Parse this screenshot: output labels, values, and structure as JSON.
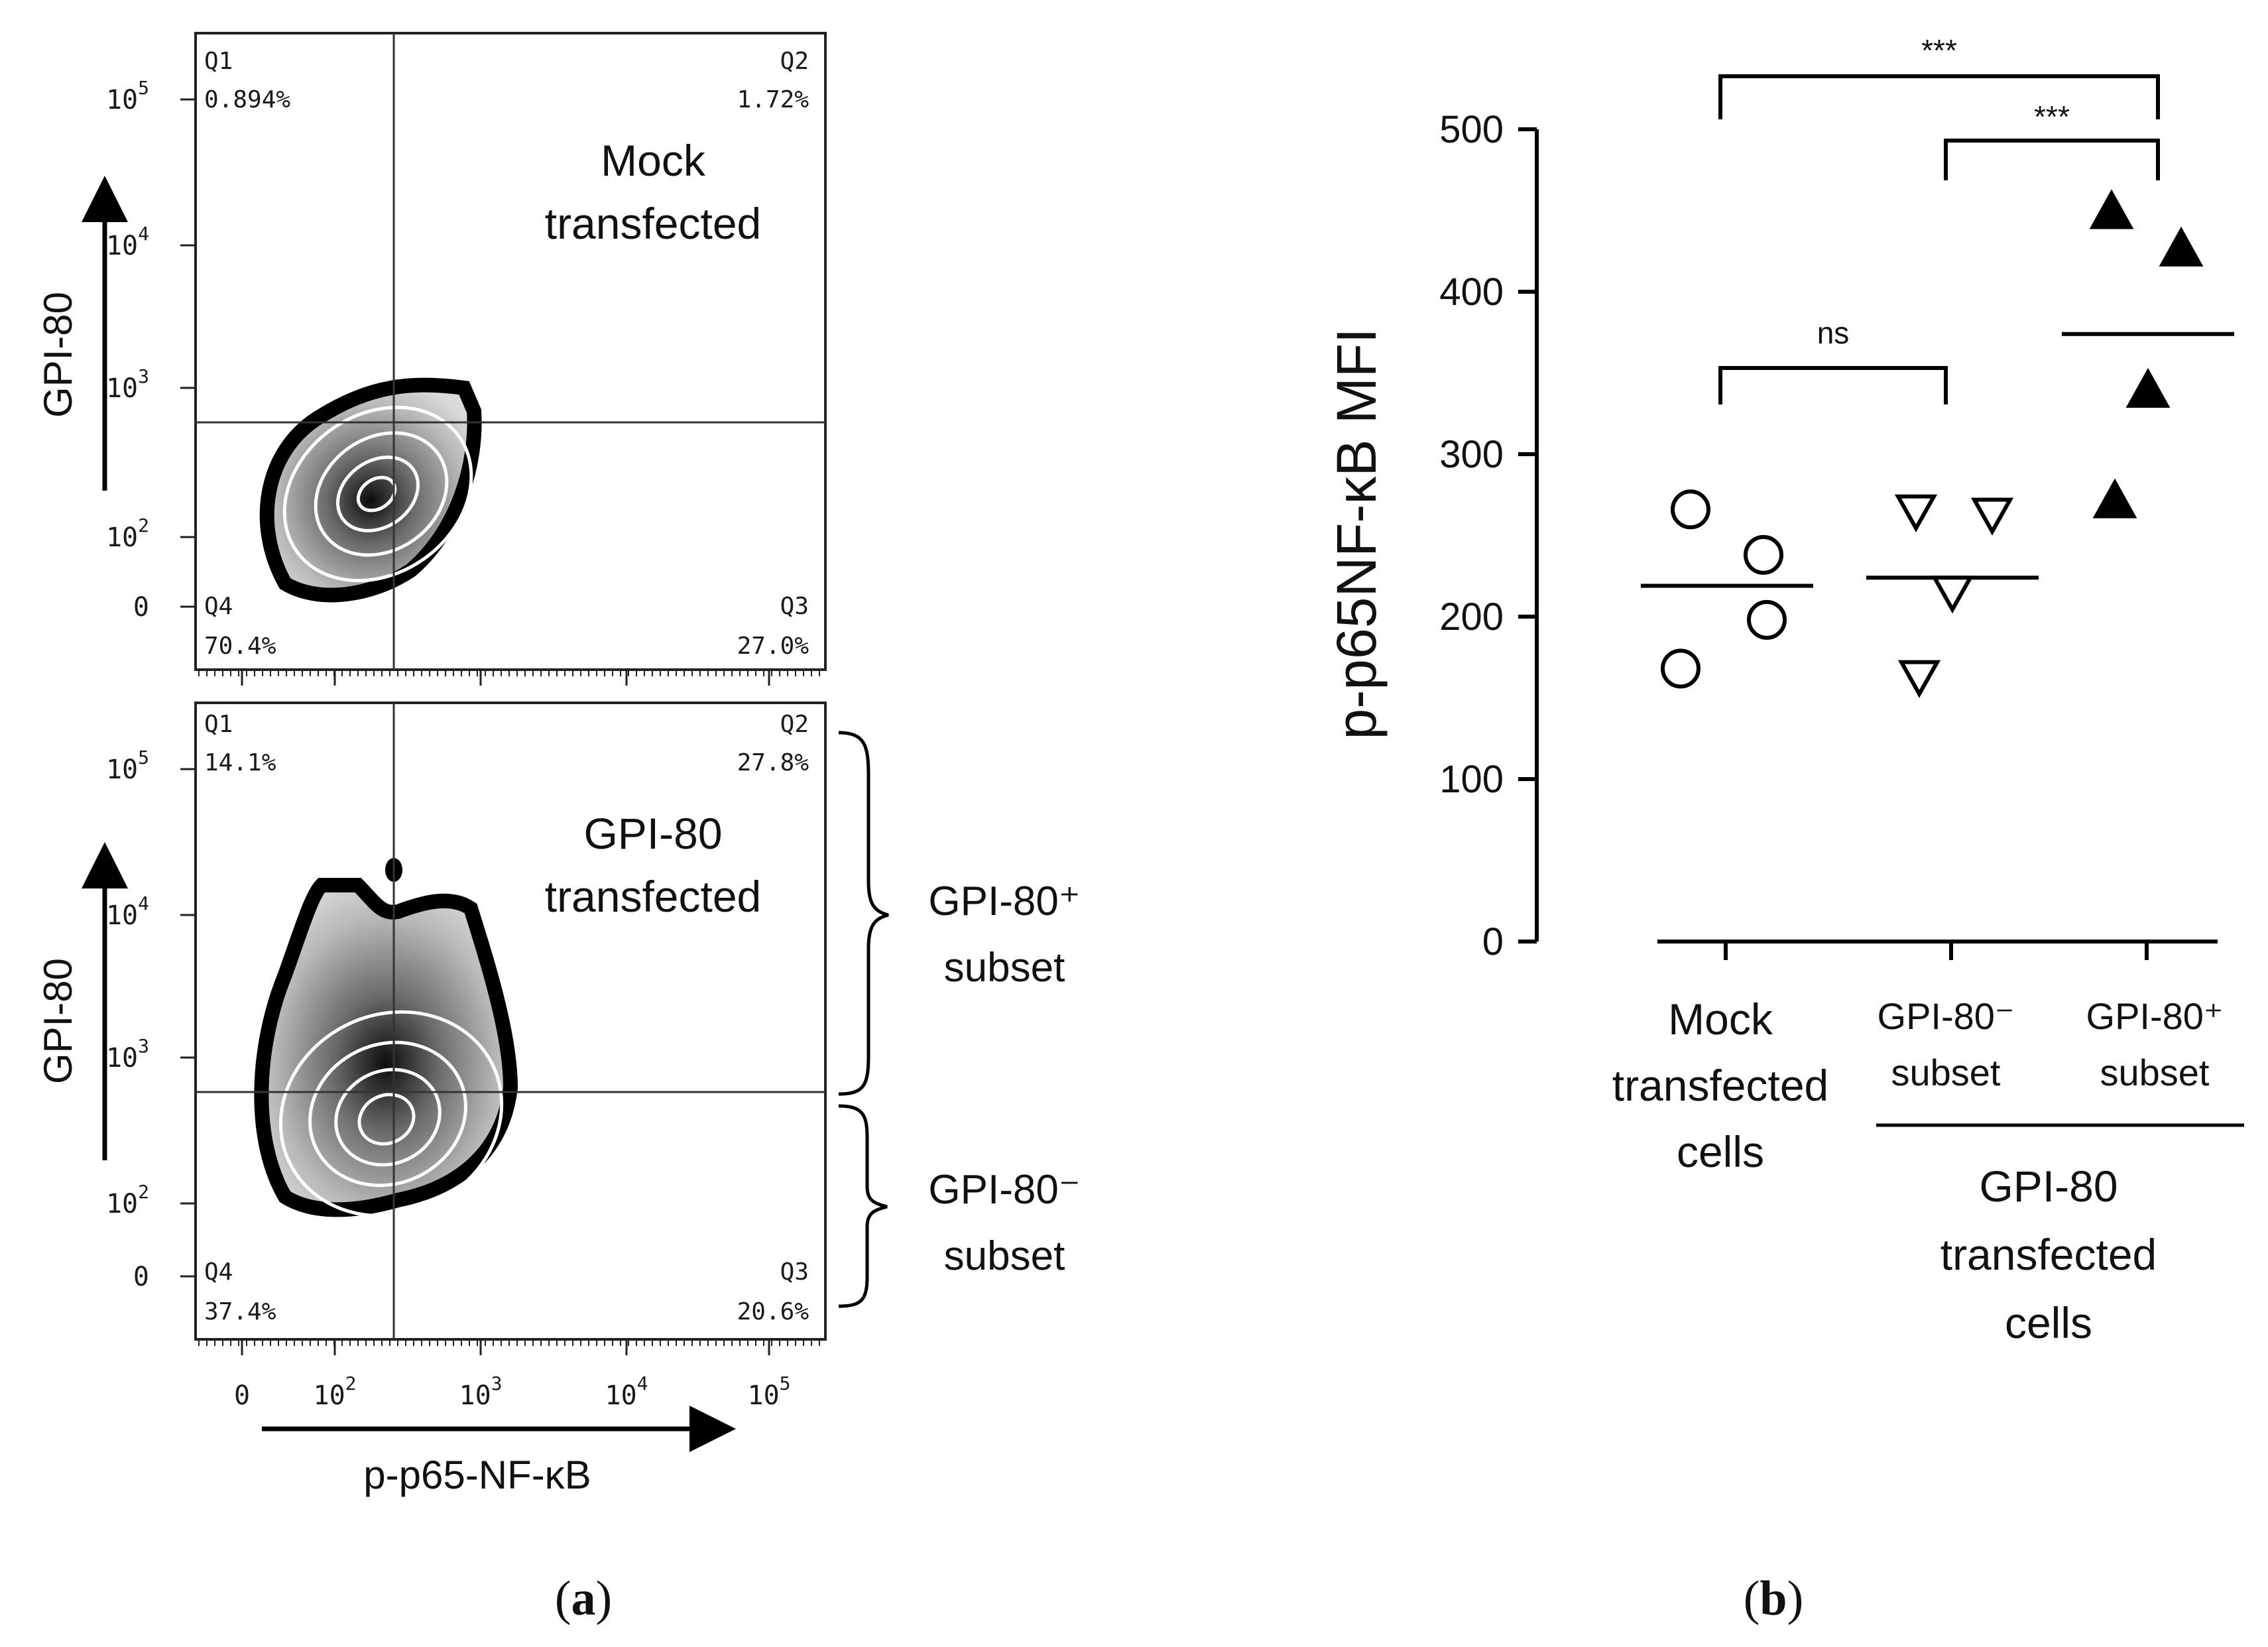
{
  "panel_a": {
    "caption_open": "(",
    "caption_letter": "a",
    "caption_close": ")",
    "x_axis_label": "p-p65-NF-κB",
    "y_axis_label": "GPI-80",
    "x_ticks": [
      "0",
      "10",
      "10",
      "10",
      "10"
    ],
    "x_tick_exps": [
      "",
      "2",
      "3",
      "4",
      "5"
    ],
    "y_ticks": [
      "10",
      "10",
      "10",
      "10",
      "0"
    ],
    "y_tick_exps": [
      "5",
      "4",
      "3",
      "2",
      ""
    ],
    "top_plot": {
      "label_line1": "Mock",
      "label_line2": "transfected",
      "q1": {
        "name": "Q1",
        "value": "0.894%"
      },
      "q2": {
        "name": "Q2",
        "value": "1.72%"
      },
      "q3": {
        "name": "Q3",
        "value": "27.0%"
      },
      "q4": {
        "name": "Q4",
        "value": "70.4%"
      }
    },
    "bottom_plot": {
      "label_line1": "GPI-80",
      "label_line2": "transfected",
      "q1": {
        "name": "Q1",
        "value": "14.1%"
      },
      "q2": {
        "name": "Q2",
        "value": "27.8%"
      },
      "q3": {
        "name": "Q3",
        "value": "20.6%"
      },
      "q4": {
        "name": "Q4",
        "value": "37.4%"
      },
      "bracket_pos_line1": "GPI-80⁺",
      "bracket_pos_line2": "subset",
      "bracket_neg_line1": "GPI-80⁻",
      "bracket_neg_line2": "subset"
    }
  },
  "panel_b": {
    "caption_open": "(",
    "caption_letter": "b",
    "caption_close": ")",
    "group_line": [
      "GPI-80",
      "transfected",
      "cells"
    ],
    "sig": [
      "***",
      "***",
      "ns"
    ]
  },
  "chart_data": {
    "type": "scatter",
    "title": "",
    "ylabel": "p-p65NF-κB MFI",
    "ylim": [
      0,
      500
    ],
    "yticks": [
      "0",
      "100",
      "200",
      "300",
      "400",
      "500"
    ],
    "categories": [
      {
        "lines": [
          "Mock",
          "transfected",
          "cells"
        ]
      },
      {
        "lines": [
          "GPI-80⁻",
          "subset"
        ]
      },
      {
        "lines": [
          "GPI-80⁺",
          "subset"
        ]
      }
    ],
    "series": [
      {
        "marker": "circle-open",
        "values": [
          168,
          198,
          238,
          266
        ],
        "mean": 219
      },
      {
        "marker": "triangle-down-open",
        "values": [
          163,
          215,
          263,
          265
        ],
        "mean": 224
      },
      {
        "marker": "triangle-up-filled",
        "values": [
          272,
          340,
          427,
          450
        ],
        "mean": 374
      }
    ]
  }
}
